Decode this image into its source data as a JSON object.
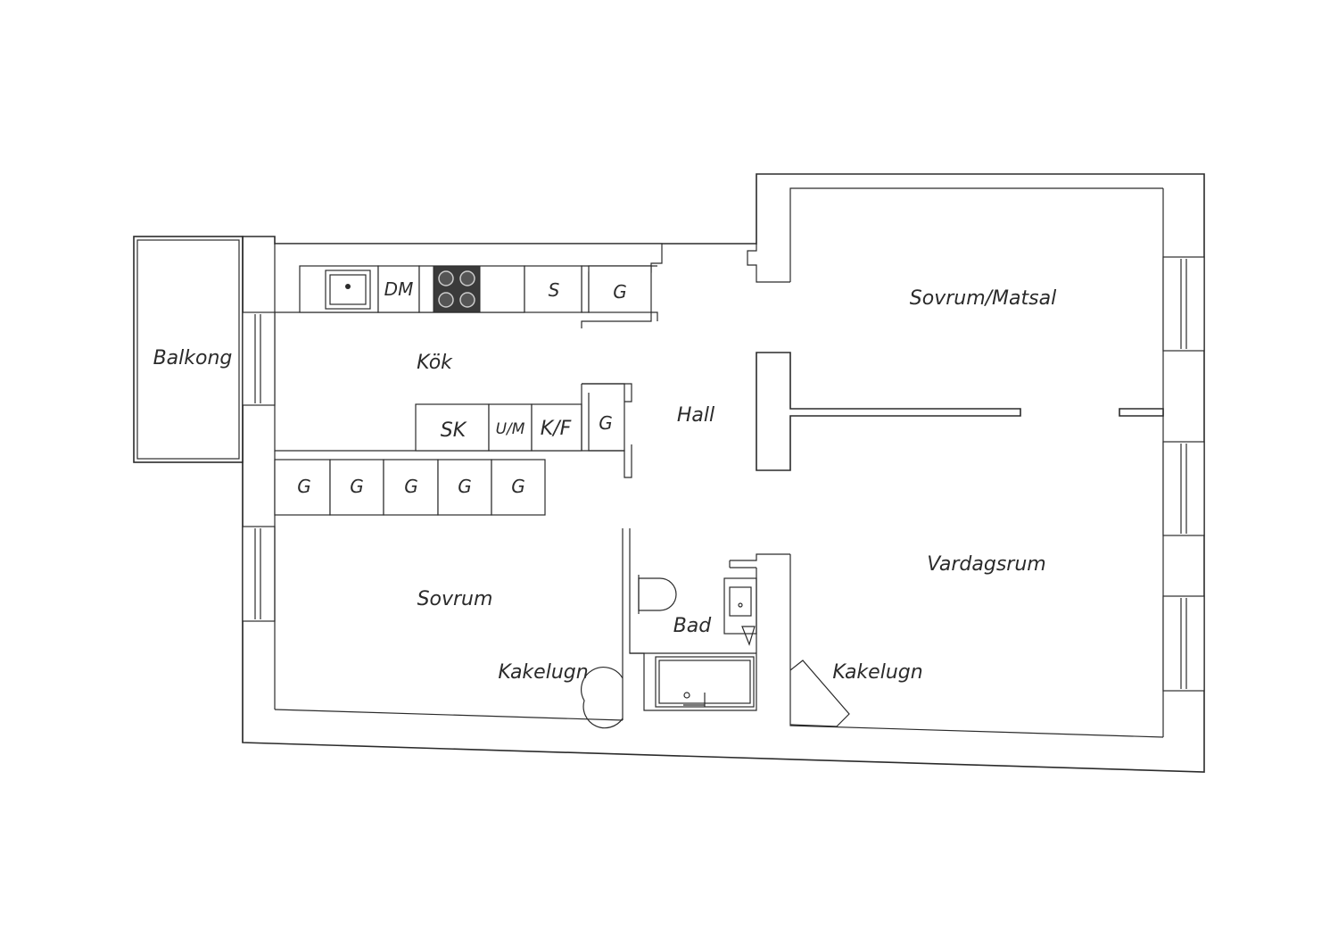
{
  "rooms": {
    "balkong": "Balkong",
    "kok": "Kök",
    "hall": "Hall",
    "sovrum_matsal": "Sovrum/Matsal",
    "vardagsrum": "Vardagsrum",
    "sovrum": "Sovrum",
    "bad": "Bad",
    "kakelugn_left": "Kakelugn",
    "kakelugn_right": "Kakelugn"
  },
  "fixtures": {
    "dm": "DM",
    "s": "S",
    "g_kitchen_top": "G",
    "sk": "SK",
    "um": "U/M",
    "kf": "K/F",
    "g_hall": "G",
    "wardrobes": [
      "G",
      "G",
      "G",
      "G",
      "G"
    ]
  },
  "colors": {
    "line": "#2b2b2b",
    "stove": "#3a3a3a",
    "background": "#ffffff"
  }
}
